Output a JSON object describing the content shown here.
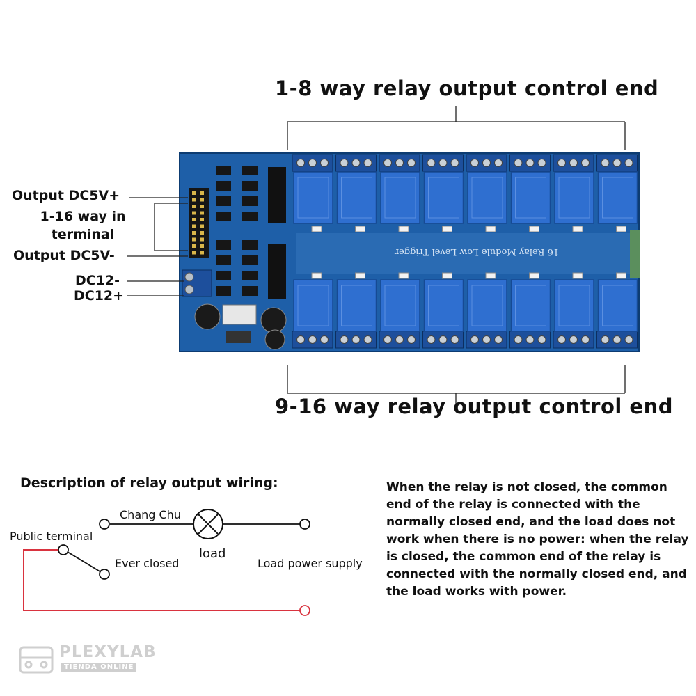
{
  "top_label": "1-8 way relay output control end",
  "bottom_label": "9-16 way relay output control end",
  "side_labels": {
    "output_5v_plus": "Output DC5V+",
    "input_terminal": "1-16 way in terminal",
    "output_5v_minus": "Output DC5V-",
    "dc12_minus": "DC12-",
    "dc12_plus": "DC12+"
  },
  "board": {
    "silkscreen": "16 Relay Module Low Level Trigger",
    "relay_count": 16
  },
  "wiring": {
    "title": "Description of relay output wiring:",
    "chang_chu": "Chang Chu",
    "public_terminal": "Public terminal",
    "ever_closed": "Ever closed",
    "load": "load",
    "load_power_supply": "Load power supply",
    "wire_color": "#d9333f"
  },
  "description": "When the relay is not closed, the common end of the relay is connected with the normally closed end, and the load does not work when there is no power: when the relay is closed, the common end of the relay is connected with the normally closed end, and the load works with power.",
  "watermark": {
    "name": "PLEXYLAB",
    "tagline": "TIENDA ONLINE"
  },
  "colors": {
    "pcb": "#1e5fa8",
    "relay": "#2f6fd0",
    "terminal": "#1d4f9c"
  }
}
